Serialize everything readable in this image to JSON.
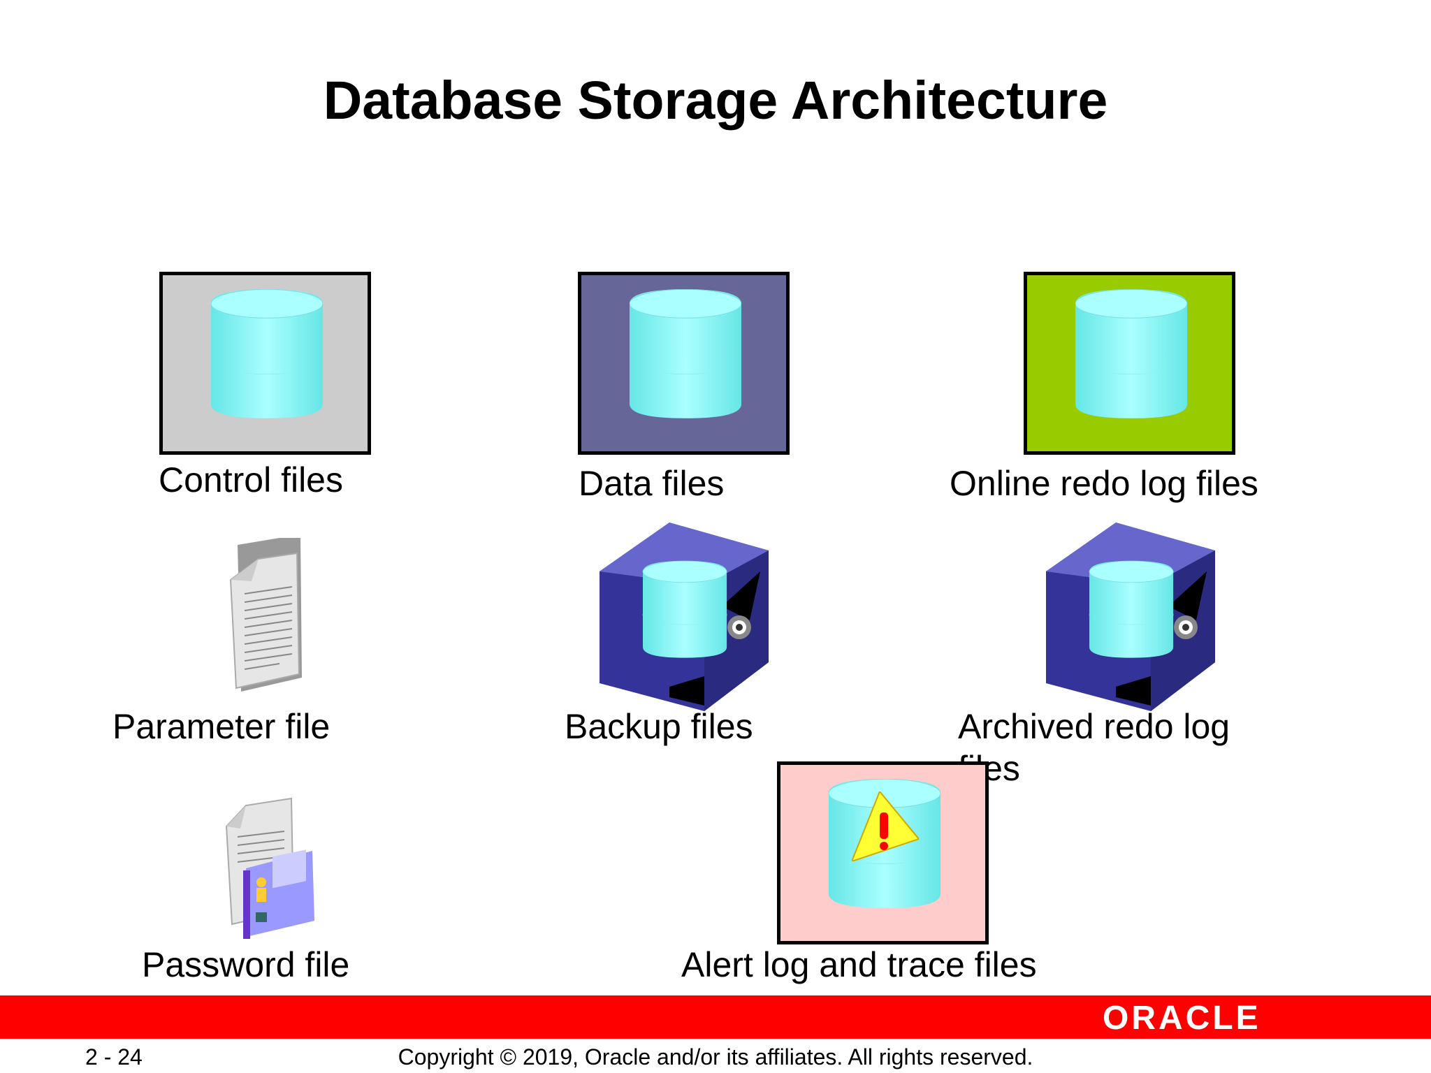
{
  "title": "Database Storage Architecture",
  "items": {
    "control": {
      "label": "Control files",
      "bg": "#cccccc"
    },
    "data": {
      "label": "Data files",
      "bg": "#666699"
    },
    "redo": {
      "label": "Online redo log files",
      "bg": "#99cc00"
    },
    "parameter": {
      "label": "Parameter file"
    },
    "backup": {
      "label": "Backup files"
    },
    "archived": {
      "label": "Archived redo log files"
    },
    "password": {
      "label": "Password file"
    },
    "alert": {
      "label": "Alert log and trace files",
      "bg": "#ffcccc"
    }
  },
  "icons": {
    "cylinder": "database-cylinder-icon",
    "document": "document-icon",
    "safe": "safe-icon",
    "password": "password-file-icon",
    "warning": "warning-icon"
  },
  "footer": {
    "brand": "ORACLE",
    "slide_number": "2 - 24",
    "copyright": "Copyright © 2019, Oracle and/or its affiliates. All rights reserved.",
    "bar_color": "#ff0000"
  },
  "colors": {
    "cylinder": "#99ffff",
    "safe": "#333399"
  }
}
